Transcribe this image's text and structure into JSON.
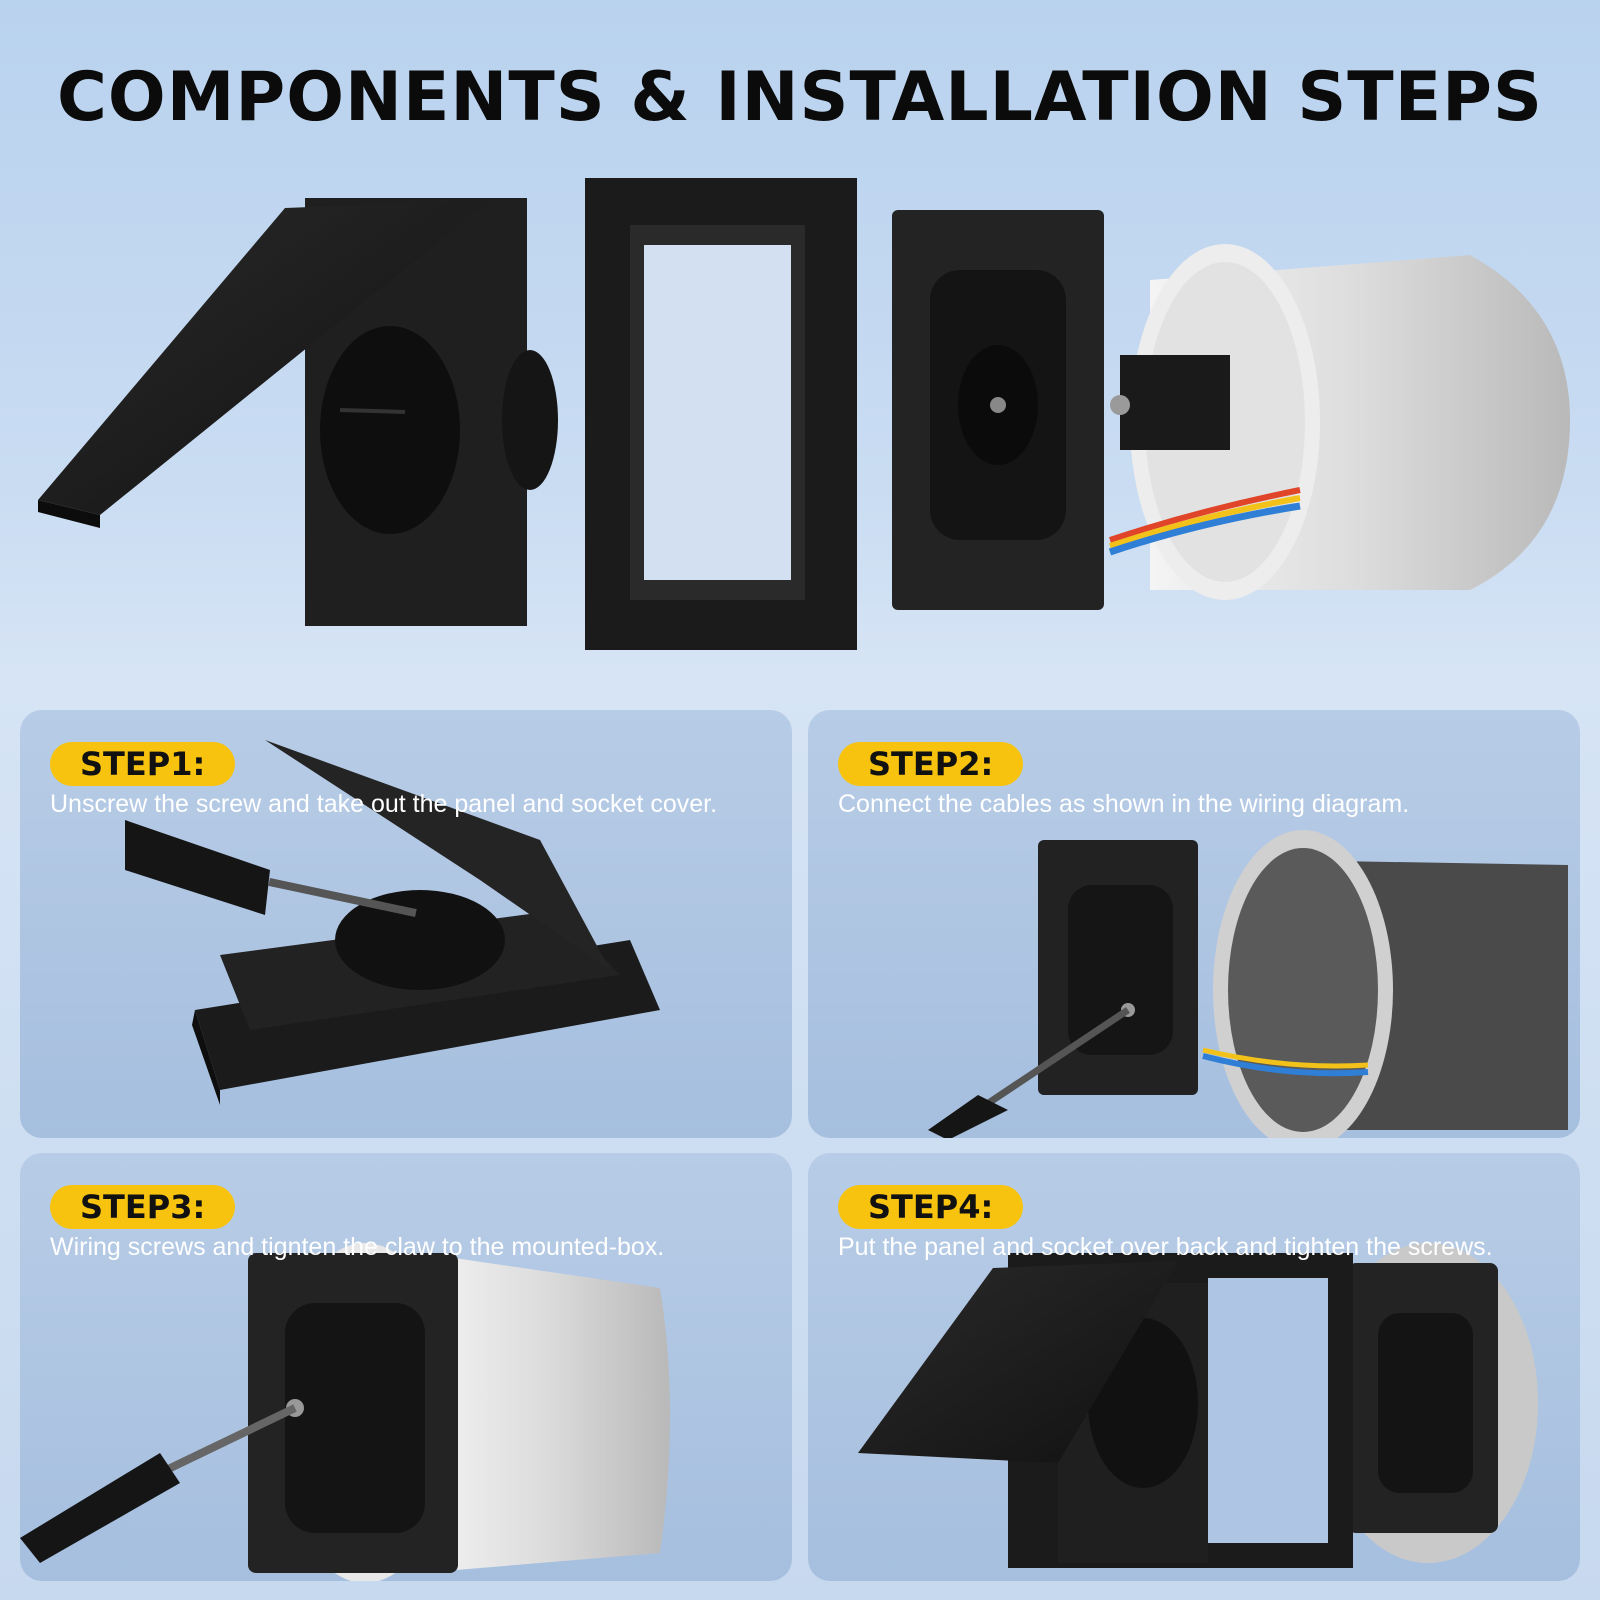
{
  "title": "COMPONENTS & INSTALLATION STEPS",
  "colors": {
    "badge": "#f7c30f",
    "socket_black": "#1c1c1c",
    "box_gray": "#d9dadb",
    "panel_blue": "#aec5e3",
    "wire_blue": "#2f7fd6",
    "wire_yellow": "#f2c21a",
    "wire_red": "#e0452a"
  },
  "components": [
    {
      "icon": "socket-with-flip-cover-icon"
    },
    {
      "icon": "frame-icon"
    },
    {
      "icon": "socket-insert-with-mounting-box-icon"
    }
  ],
  "steps": [
    {
      "label": "STEP1:",
      "text": "Unscrew the screw and take out the panel and socket cover."
    },
    {
      "label": "STEP2:",
      "text": "Connect the cables as shown in the wiring diagram."
    },
    {
      "label": "STEP3:",
      "text": "Wiring screws and tignten the claw to the mounted-box."
    },
    {
      "label": "STEP4:",
      "text": "Put the panel and socket over back and tighten the screws."
    }
  ]
}
